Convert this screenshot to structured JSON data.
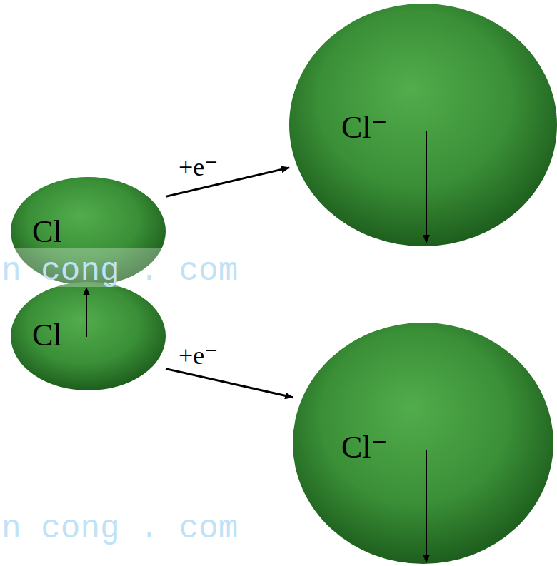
{
  "diagram": {
    "nodes": [
      {
        "text": [
          "Cl"
        ]
      },
      {
        "text": [
          "Cl"
        ]
      },
      {
        "text": [
          "Cl⁻"
        ]
      },
      {
        "text": [
          "Cl⁻"
        ]
      }
    ],
    "edges": [
      {
        "from": 0,
        "to": 2,
        "label": "+e⁻",
        "arrow": "to"
      },
      {
        "from": 1,
        "to": 3,
        "label": "+e⁻",
        "arrow": "to"
      }
    ],
    "labels": [
      "n cong . com",
      "n cong . com"
    ]
  }
}
